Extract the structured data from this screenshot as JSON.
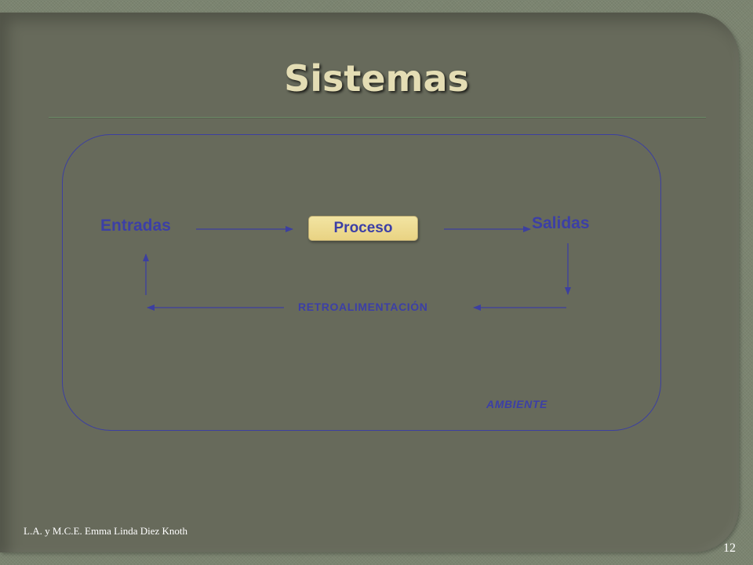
{
  "slide": {
    "title": "Sistemas",
    "footer": {
      "author": "L.A. y M.C.E. Emma Linda Diez Knoth",
      "page_number": "12"
    }
  },
  "diagram": {
    "nodes": {
      "inputs": "Entradas",
      "process": "Proceso",
      "outputs": "Salidas"
    },
    "feedback_label": "RETROALIMENTACIÓN",
    "environment_label": "AMBIENTE"
  },
  "colors": {
    "panel": "#676a5b",
    "title": "#e4ddb4",
    "diagram_text": "#3c3fa6",
    "process_fill": "#efdd96",
    "footer_text": "#ffffff"
  }
}
